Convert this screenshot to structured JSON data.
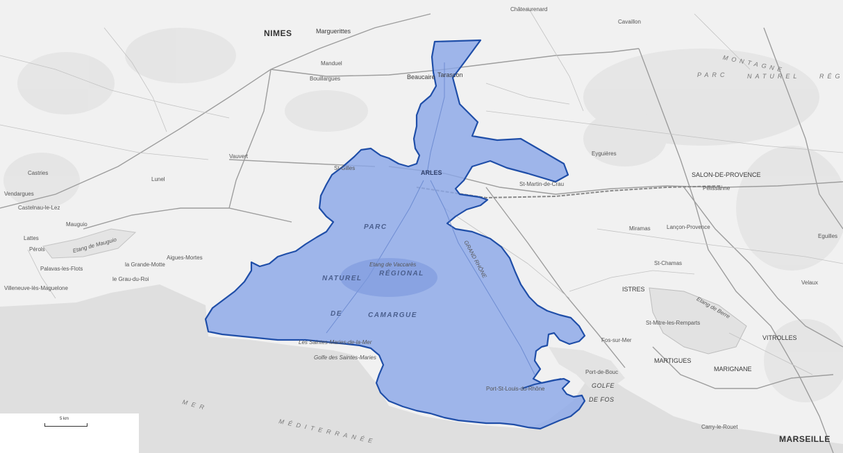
{
  "map": {
    "labels": {
      "nimes": "NIMES",
      "marguerittes": "Marguerittes",
      "manduel": "Manduel",
      "bouillargues": "Bouillargues",
      "beaucaire": "Beaucaire",
      "tarascon": "Tarascon",
      "chateaurenard": "Châteaurenard",
      "cavaillon": "Cavaillon",
      "vauvert": "Vauvert",
      "st_gilles": "St-Gilles",
      "arles": "ARLES",
      "eyguieres": "Eyguières",
      "st_martin": "St-Martin-de-Crau",
      "salon": "SALON-DE-PROVENCE",
      "pelissanne": "Pélissanne",
      "lancon": "Lançon-Provence",
      "miramas": "Miramas",
      "st_chamas": "St-Chamas",
      "istres": "ISTRES",
      "st_mitre": "St-Mitre-les-Remparts",
      "martigues": "MARTIGUES",
      "marignane": "MARIGNANE",
      "vitrolles": "VITROLLES",
      "velaux": "Velaux",
      "eguilles": "Eguilles",
      "marseille": "MARSEILLE",
      "carry": "Carry-le-Rouet",
      "fos": "Fos-sur-Mer",
      "port_de_bouc": "Port-de-Bouc",
      "port_st_louis": "Port-St-Louis-du-Rhône",
      "stes_maries": "Les Saintes-Maries-de-la-Mer",
      "aigues_mortes": "Aigues-Mortes",
      "grau_du_roi": "le Grau-du-Roi",
      "grande_motte": "la Grande-Motte",
      "palavas": "Palavas-les-Flots",
      "mauguio": "Mauguio",
      "lunel": "Lunel",
      "castries": "Castries",
      "lattes": "Lattes",
      "perols": "Pérols",
      "vendargues": "Vendargues",
      "castelnau": "Castelnau-le-Lez",
      "villeneuve": "Villeneuve-lès-Maguelone",
      "vaccares": "Etang de Vaccarès",
      "golfe_fos": "GOLFE",
      "golfe_fos2": "DE FOS",
      "golfe_stes": "Golfe des Saintes-Maries",
      "etang_berre": "Etang de Berre",
      "etang_mauguio": "Etang de Mauguio",
      "grand_rhone": "GRAND RHÔNE",
      "mer": "MER",
      "mediterranee": "MÉDITERRANÉE",
      "parc": "PARC",
      "naturel": "NATUREL",
      "regional": "RÉGIONAL",
      "de": "DE",
      "camargue": "CAMARGUE",
      "alpilles_parc": "PARC",
      "alpilles_naturel": "NATUREL",
      "alpilles_reg": "RÉG",
      "montagne": "MONTAGNE"
    },
    "scale_text": "5 km",
    "colors": {
      "park_fill": "#8aa6e8",
      "park_stroke": "#1f4ea8",
      "sea": "#e0e0e0",
      "land": "#f2f2f2"
    }
  }
}
